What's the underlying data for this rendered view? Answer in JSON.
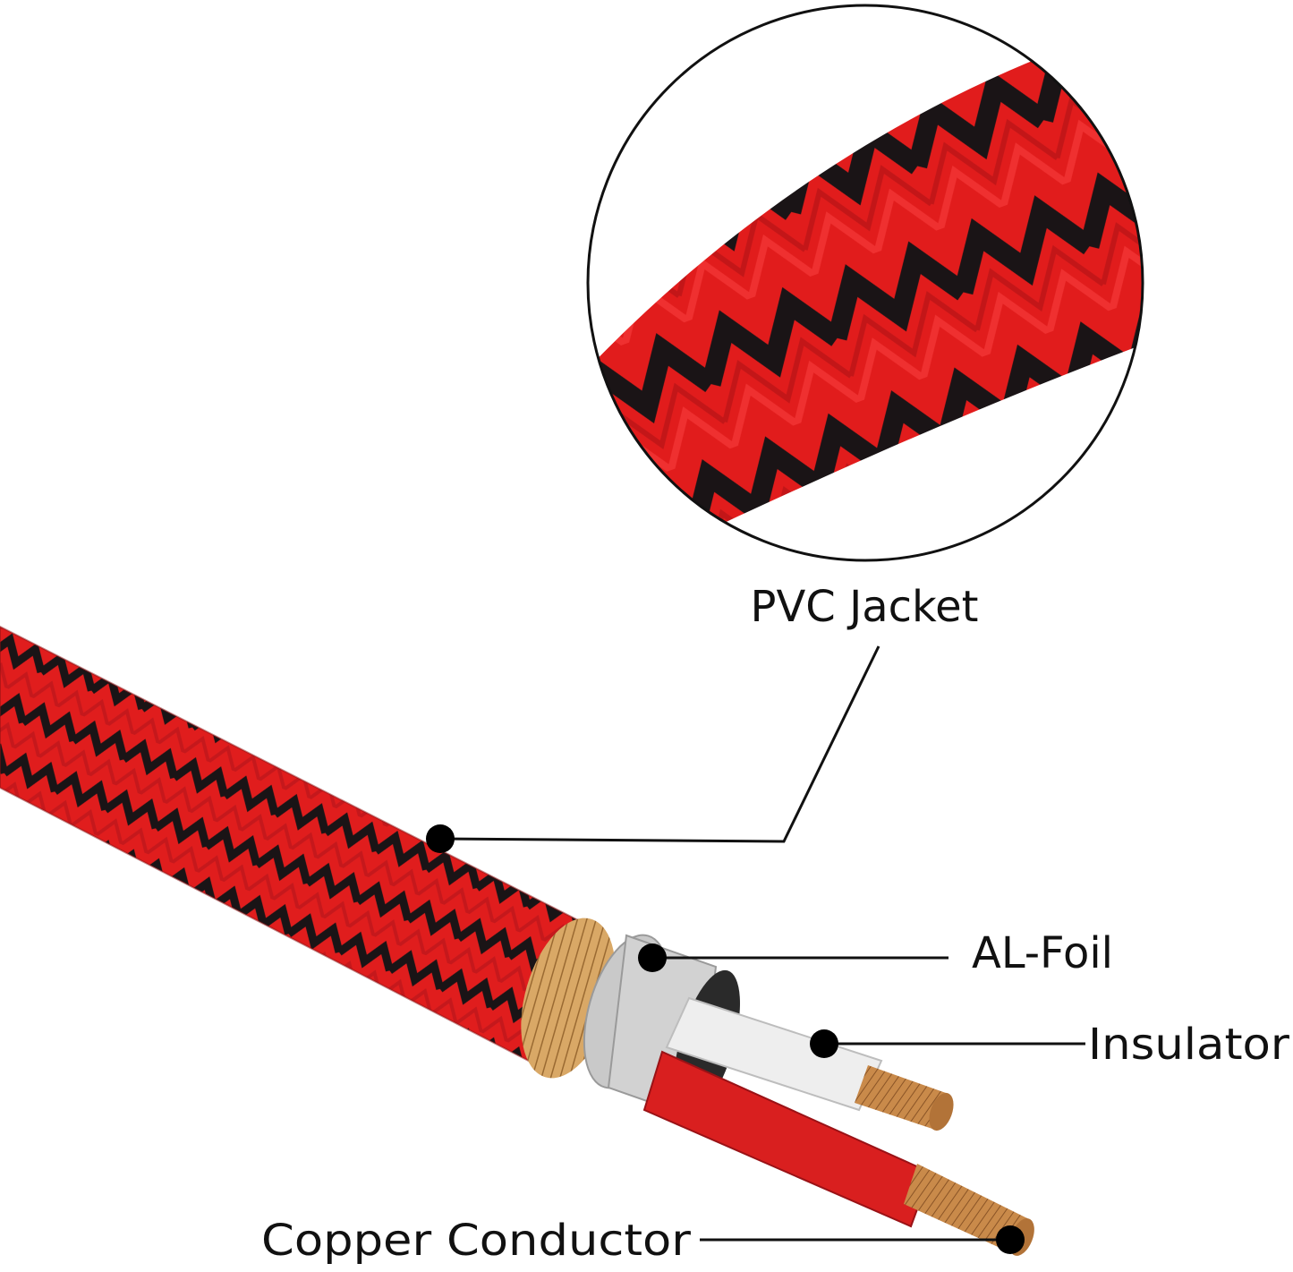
{
  "colors": {
    "braid_red": "#e01d1d",
    "braid_black": "#1a1416",
    "foil_silver": "#c9c9c9",
    "copper": "#c98a4a",
    "insulator_white": "#eeeeee",
    "insulator_red": "#d91f1f",
    "label_text": "#111111"
  },
  "labels": {
    "pvc_jacket": "PVC Jacket",
    "al_foil": "AL-Foil",
    "insulator": "Insulator",
    "copper_conductor": "Copper Conductor"
  }
}
